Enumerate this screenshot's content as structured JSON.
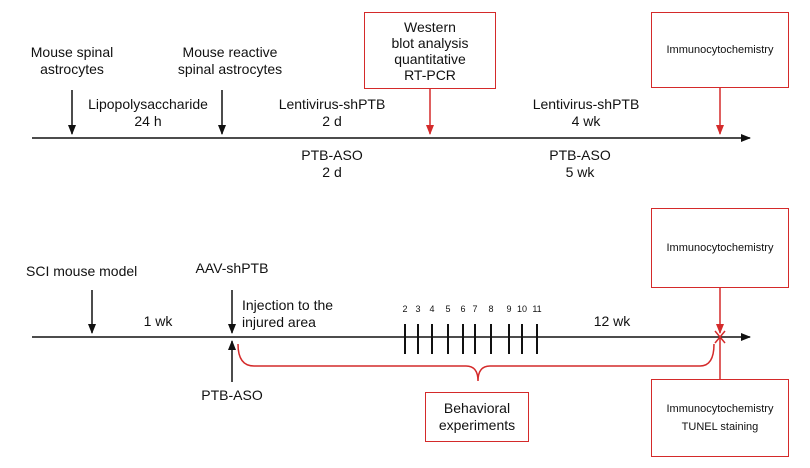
{
  "panel_top": {
    "labels": {
      "spinal_astrocytes": [
        "Mouse spinal",
        "astrocytes"
      ],
      "reactive_astrocytes": [
        "Mouse reactive",
        "spinal astrocytes"
      ],
      "lps": [
        "Lipopolysaccharide",
        "24 h"
      ],
      "lenti_2d": [
        "Lentivirus-shPTB",
        "2 d"
      ],
      "aso_2d": [
        "PTB-ASO",
        "2 d"
      ],
      "lenti_4wk": [
        "Lentivirus-shPTB",
        "4 wk"
      ],
      "aso_5wk": [
        "PTB-ASO",
        "5 wk"
      ]
    },
    "boxes": {
      "western": [
        "Western",
        "blot analysis",
        "quantitative",
        "RT-PCR"
      ],
      "icc": [
        "Immunocytochemistry"
      ]
    }
  },
  "panel_bottom": {
    "labels": {
      "sci_model": "SCI mouse model",
      "aav": "AAV-shPTB",
      "one_wk": "1 wk",
      "injection": [
        "Injection to the",
        "injured area"
      ],
      "twelve_wk": "12 wk",
      "aso": "PTB-ASO"
    },
    "ticks": [
      "2",
      "3",
      "4",
      "5",
      "6",
      "7",
      "8",
      "9",
      "10",
      "11"
    ],
    "boxes": {
      "icc_top": [
        "Immunocytochemistry"
      ],
      "behavioral": [
        "Behavioral",
        "experiments"
      ],
      "icc_tunel": [
        "Immunocytochemistry",
        "TUNEL staining"
      ]
    }
  },
  "colors": {
    "line": "#111111",
    "accent": "#d42a2a"
  }
}
